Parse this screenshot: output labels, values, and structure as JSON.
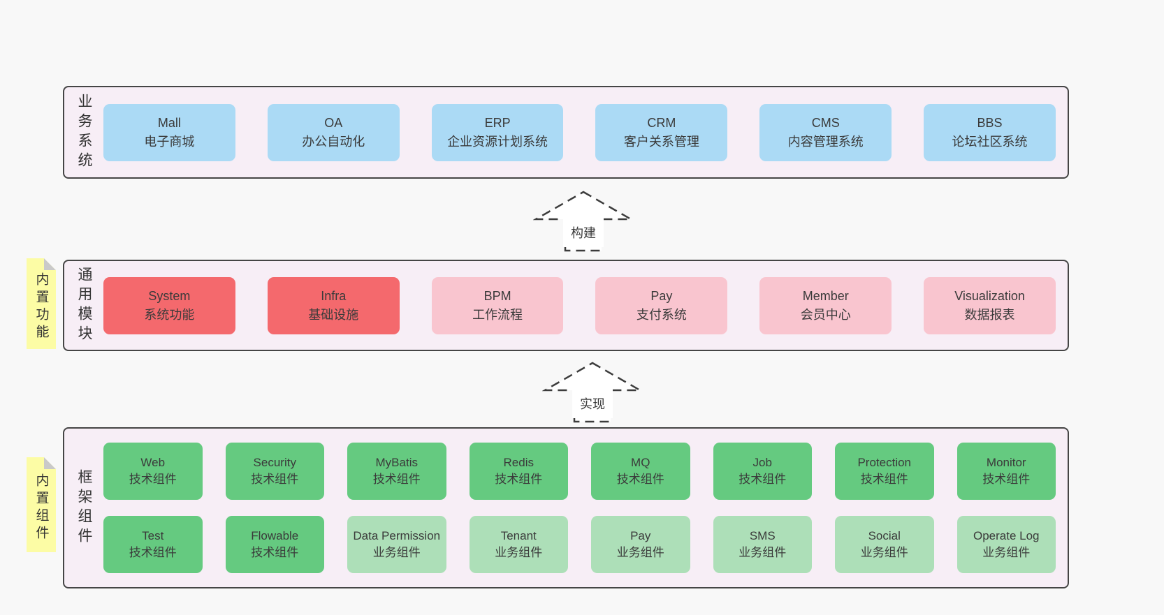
{
  "colors": {
    "page_bg": "#f8f8f8",
    "layer_bg": "#f7eef6",
    "layer_border": "#454545",
    "blue": "#abdaf5",
    "red": "#f4696d",
    "pink": "#f9c5cf",
    "green": "#65ca80",
    "lightgreen": "#addfb8",
    "note_yellow": "#fcfca5",
    "note_fold": "#c9c9c9",
    "text": "#3a3a3a"
  },
  "arrows": [
    {
      "label": "构建"
    },
    {
      "label": "实现"
    }
  ],
  "layers": [
    {
      "label": "业务系统",
      "boxes": [
        {
          "name": "Mall",
          "desc": "电子商城",
          "type": "t-blue"
        },
        {
          "name": "OA",
          "desc": "办公自动化",
          "type": "t-blue"
        },
        {
          "name": "ERP",
          "desc": "企业资源计划系统",
          "type": "t-blue"
        },
        {
          "name": "CRM",
          "desc": "客户关系管理",
          "type": "t-blue"
        },
        {
          "name": "CMS",
          "desc": "内容管理系统",
          "type": "t-blue"
        },
        {
          "name": "BBS",
          "desc": "论坛社区系统",
          "type": "t-blue"
        }
      ]
    },
    {
      "label": "通用模块",
      "note": "内置功能",
      "boxes": [
        {
          "name": "System",
          "desc": "系统功能",
          "type": "t-red"
        },
        {
          "name": "Infra",
          "desc": "基础设施",
          "type": "t-red"
        },
        {
          "name": "BPM",
          "desc": "工作流程",
          "type": "t-pink"
        },
        {
          "name": "Pay",
          "desc": "支付系统",
          "type": "t-pink"
        },
        {
          "name": "Member",
          "desc": "会员中心",
          "type": "t-pink"
        },
        {
          "name": "Visualization",
          "desc": "数据报表",
          "type": "t-pink"
        }
      ]
    },
    {
      "label": "框架组件",
      "note": "内置组件",
      "rows": [
        [
          {
            "name": "Web",
            "desc": "技术组件",
            "type": "t-green"
          },
          {
            "name": "Security",
            "desc": "技术组件",
            "type": "t-green"
          },
          {
            "name": "MyBatis",
            "desc": "技术组件",
            "type": "t-green"
          },
          {
            "name": "Redis",
            "desc": "技术组件",
            "type": "t-green"
          },
          {
            "name": "MQ",
            "desc": "技术组件",
            "type": "t-green"
          },
          {
            "name": "Job",
            "desc": "技术组件",
            "type": "t-green"
          },
          {
            "name": "Protection",
            "desc": "技术组件",
            "type": "t-green"
          },
          {
            "name": "Monitor",
            "desc": "技术组件",
            "type": "t-green"
          }
        ],
        [
          {
            "name": "Test",
            "desc": "技术组件",
            "type": "t-green"
          },
          {
            "name": "Flowable",
            "desc": "技术组件",
            "type": "t-green"
          },
          {
            "name": "Data Permission",
            "desc": "业务组件",
            "type": "t-lightgreen"
          },
          {
            "name": "Tenant",
            "desc": "业务组件",
            "type": "t-lightgreen"
          },
          {
            "name": "Pay",
            "desc": "业务组件",
            "type": "t-lightgreen"
          },
          {
            "name": "SMS",
            "desc": "业务组件",
            "type": "t-lightgreen"
          },
          {
            "name": "Social",
            "desc": "业务组件",
            "type": "t-lightgreen"
          },
          {
            "name": "Operate Log",
            "desc": "业务组件",
            "type": "t-lightgreen"
          }
        ]
      ]
    }
  ]
}
